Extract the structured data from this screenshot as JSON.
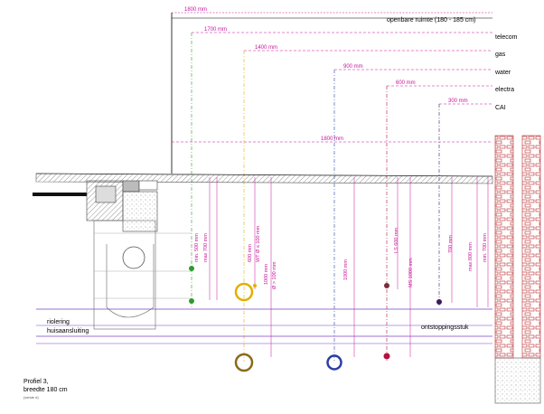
{
  "colors": {
    "dimension": "#c8159a",
    "telecom": "#2e9a2e",
    "gas": "#e0b000",
    "gas2": "#8a6a1a",
    "water": "#2b3fa3",
    "electra": "#b5123e",
    "cai": "#3b1a5c",
    "sewer": "#7a40c0",
    "drain": "#7a40c0",
    "ground": "#888888",
    "brick": "#b8262a"
  },
  "header": {
    "total_width": "1800 mm",
    "open_space": "openbare ruimte (180 - 185 cm)"
  },
  "utilities": [
    {
      "key": "telecom",
      "label": "telecom",
      "offset": "1700 mm"
    },
    {
      "key": "gas",
      "label": "gas",
      "offset": "1400 mm"
    },
    {
      "key": "water",
      "label": "water",
      "offset": "900 mm"
    },
    {
      "key": "electra",
      "label": "electra",
      "offset": "600 mm"
    },
    {
      "key": "cai",
      "label": "CAI",
      "offset": "300 mm"
    }
  ],
  "lower_width": "1800 mm",
  "vertical_dims": {
    "telecom_min": "min. 500 mm",
    "telecom_max": "max 700 mm",
    "gas_main": "600 mm",
    "gas_wt": "WT Ø ≤ 100 mm",
    "gas_deep": "1000 mm",
    "gas_gt": "Ø > 100 mm",
    "water": "1000 mm",
    "electra_ls": "LS 600 mm",
    "electra_ms": "MS 1000 mm",
    "cai": "700 mm",
    "kerb_max": "max.800 mm",
    "kerb_min": "min. 700 mm"
  },
  "labels": {
    "riolering": "riolering",
    "huisaansluiting": "huisaansluiting",
    "ontstoppingsstuk": "ontstoppingsstuk"
  },
  "caption": {
    "title": "Profiel 3,",
    "width": "breedte 180 cm",
    "note": "(versie d)"
  }
}
